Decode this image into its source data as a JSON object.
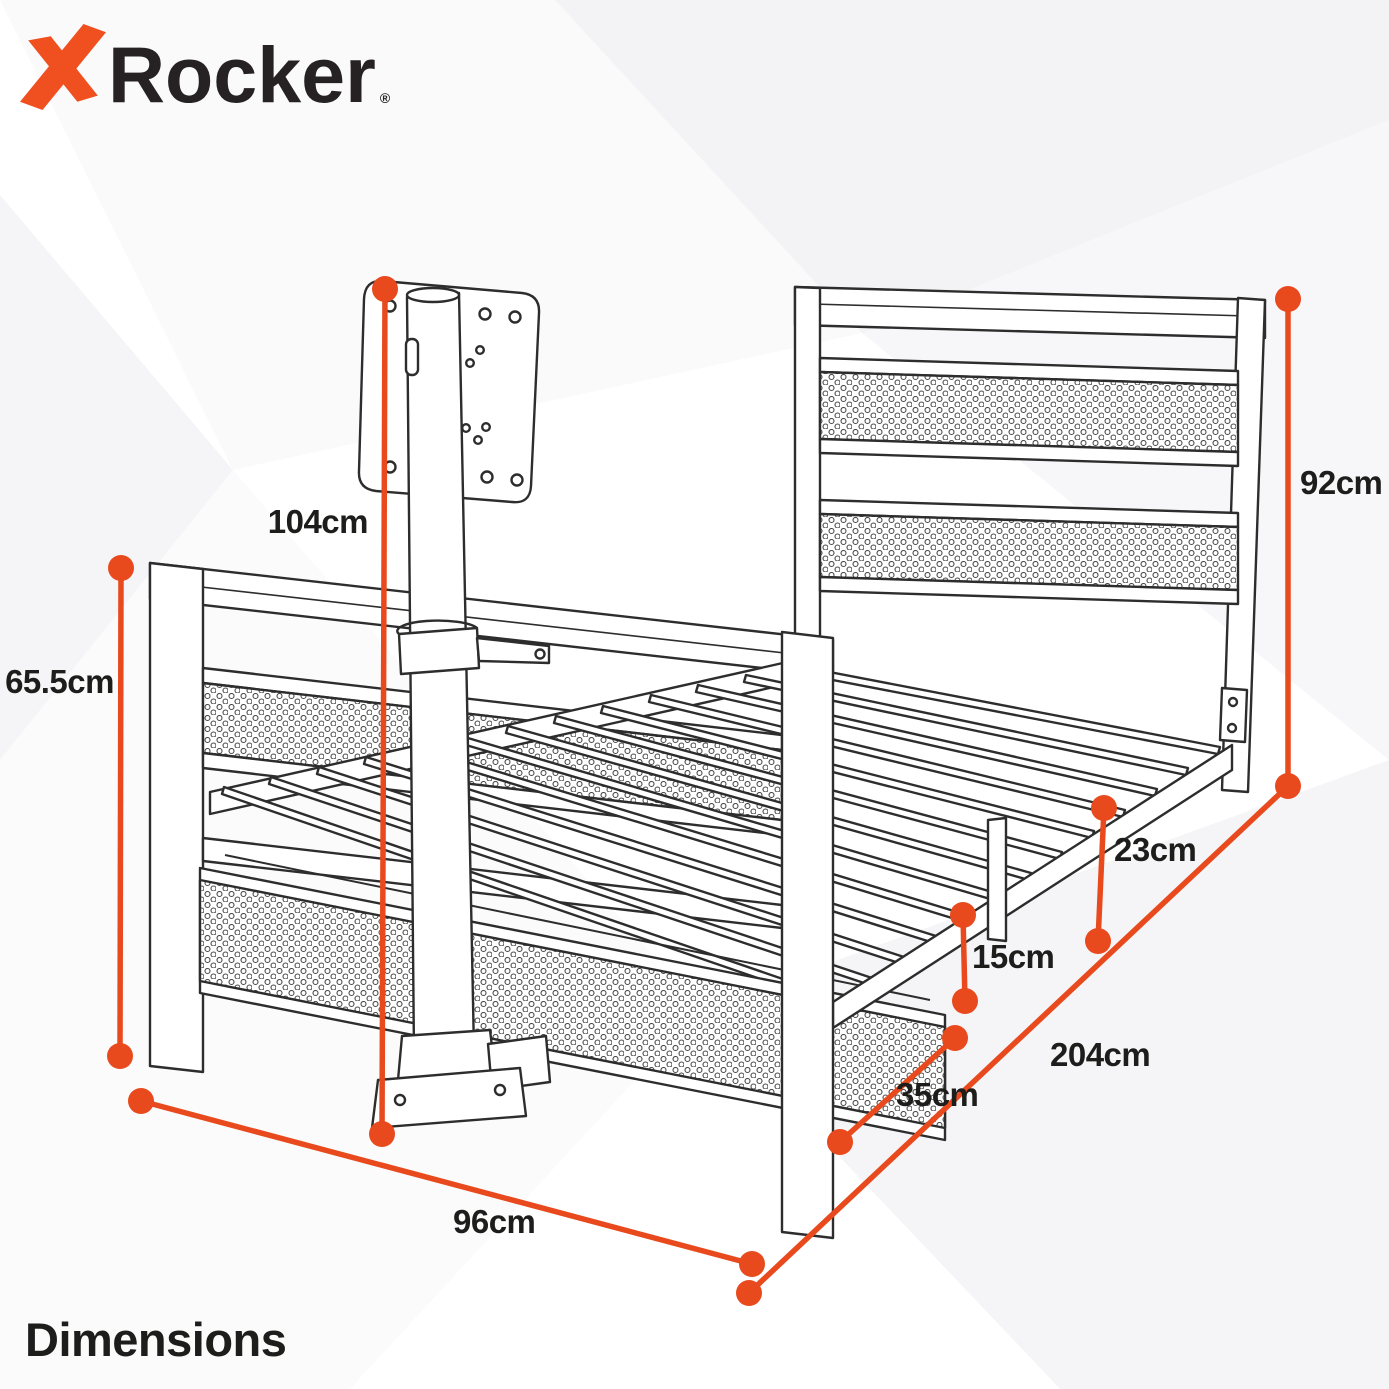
{
  "logo": {
    "brand": "Rocker",
    "registered_mark": "®",
    "x_mark_color": "#F0501F",
    "text_color": "#262223"
  },
  "title": "Dimensions",
  "accent_color": "#E8491D",
  "ink_color": "#1D1D1B",
  "line_art_color": "#2D2D2D",
  "unit": "cm",
  "measurements": {
    "tv_mount_pole_height": {
      "value": 104,
      "label": "104cm"
    },
    "headboard_height": {
      "value": 92,
      "label": "92cm"
    },
    "footboard_height": {
      "value": 65.5,
      "label": "65.5cm"
    },
    "underbed_clearance": {
      "value": 23,
      "label": "23cm"
    },
    "frame_to_basket_gap": {
      "value": 15,
      "label": "15cm"
    },
    "basket_depth": {
      "value": 35,
      "label": "35cm"
    },
    "bed_width": {
      "value": 96,
      "label": "96cm"
    },
    "bed_length": {
      "value": 204,
      "label": "204cm"
    }
  }
}
